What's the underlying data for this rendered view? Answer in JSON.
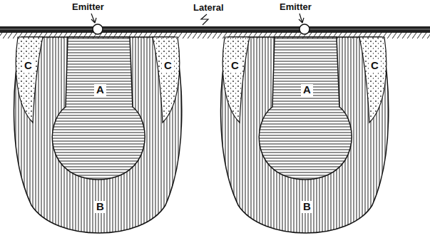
{
  "diagram": {
    "labels": [
      "Emitter",
      "Lateral",
      "Emitter",
      "C",
      "A",
      "C",
      "C",
      "A",
      "C",
      "B",
      "B"
    ]
  }
}
